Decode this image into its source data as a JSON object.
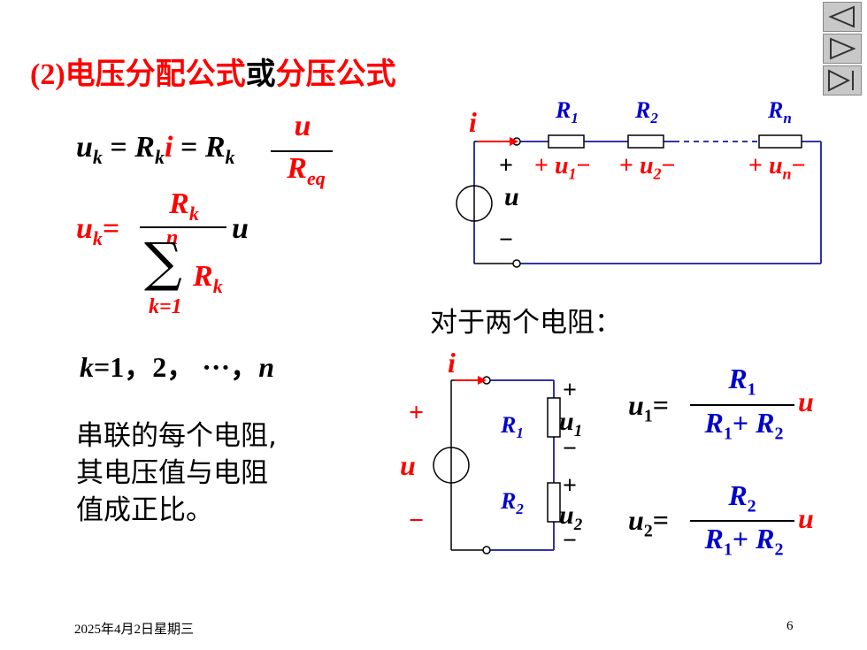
{
  "title": {
    "number": "(2)",
    "part1": "电压分配公式",
    "connector": "或",
    "part2": "分压公式"
  },
  "formula1": {
    "lhs": "u",
    "lhs_sub": "k",
    "eq": "=",
    "r": "R",
    "r_sub": "k",
    "i": "i",
    "num": "u",
    "den": "R",
    "den_sub": "eq"
  },
  "formula2": {
    "lhs": "u",
    "lhs_sub": "k",
    "eq": "=",
    "num": "R",
    "num_sub": "k",
    "sum_top": "n",
    "sum_symbol": "∑",
    "sum_term": "R",
    "sum_term_sub": "k",
    "sum_bottom": "k=1",
    "tail": "u"
  },
  "index_range": {
    "k": "k",
    "rest": "=1，2， ···，",
    "n": "n"
  },
  "note_lines": [
    "串联的每个电阻,",
    "其电压值与电阻",
    "值成正比。"
  ],
  "two_resistors_label": "对于两个电阻：",
  "circuit1": {
    "current": "i",
    "plus": "+",
    "minus": "−",
    "source": "u",
    "resistors": [
      {
        "name": "R",
        "sub": "1"
      },
      {
        "name": "R",
        "sub": "2"
      },
      {
        "name": "R",
        "sub": "n"
      }
    ],
    "voltages": [
      {
        "name": "u",
        "sub": "1"
      },
      {
        "name": "u",
        "sub": "2"
      },
      {
        "name": "u",
        "sub": "n"
      }
    ]
  },
  "circuit2": {
    "current": "i",
    "plus": "+",
    "minus": "−",
    "source": "u",
    "resistors": [
      {
        "name": "R",
        "sub": "1"
      },
      {
        "name": "R",
        "sub": "2"
      }
    ],
    "voltages": [
      {
        "name": "u",
        "sub": "1"
      },
      {
        "name": "u",
        "sub": "2"
      }
    ]
  },
  "divider_formulas": [
    {
      "lhs": "u",
      "lhs_sub": "1",
      "eq": "=",
      "num": "R",
      "num_sub": "1",
      "den_a": "R",
      "den_a_sub": "1",
      "plus": "+",
      "den_b": "R",
      "den_b_sub": "2",
      "tail": "u"
    },
    {
      "lhs": "u",
      "lhs_sub": "2",
      "eq": "=",
      "num": "R",
      "num_sub": "2",
      "den_a": "R",
      "den_a_sub": "1",
      "plus": "+",
      "den_b": "R",
      "den_b_sub": "2",
      "tail": "u"
    }
  ],
  "footer": {
    "date": "2025年4月2日星期三",
    "page": "6"
  },
  "colors": {
    "red": "#ff0000",
    "blue": "#0000cc",
    "wire": "#3333aa"
  },
  "nav_icons": [
    "prev-icon",
    "next-icon",
    "last-icon"
  ]
}
